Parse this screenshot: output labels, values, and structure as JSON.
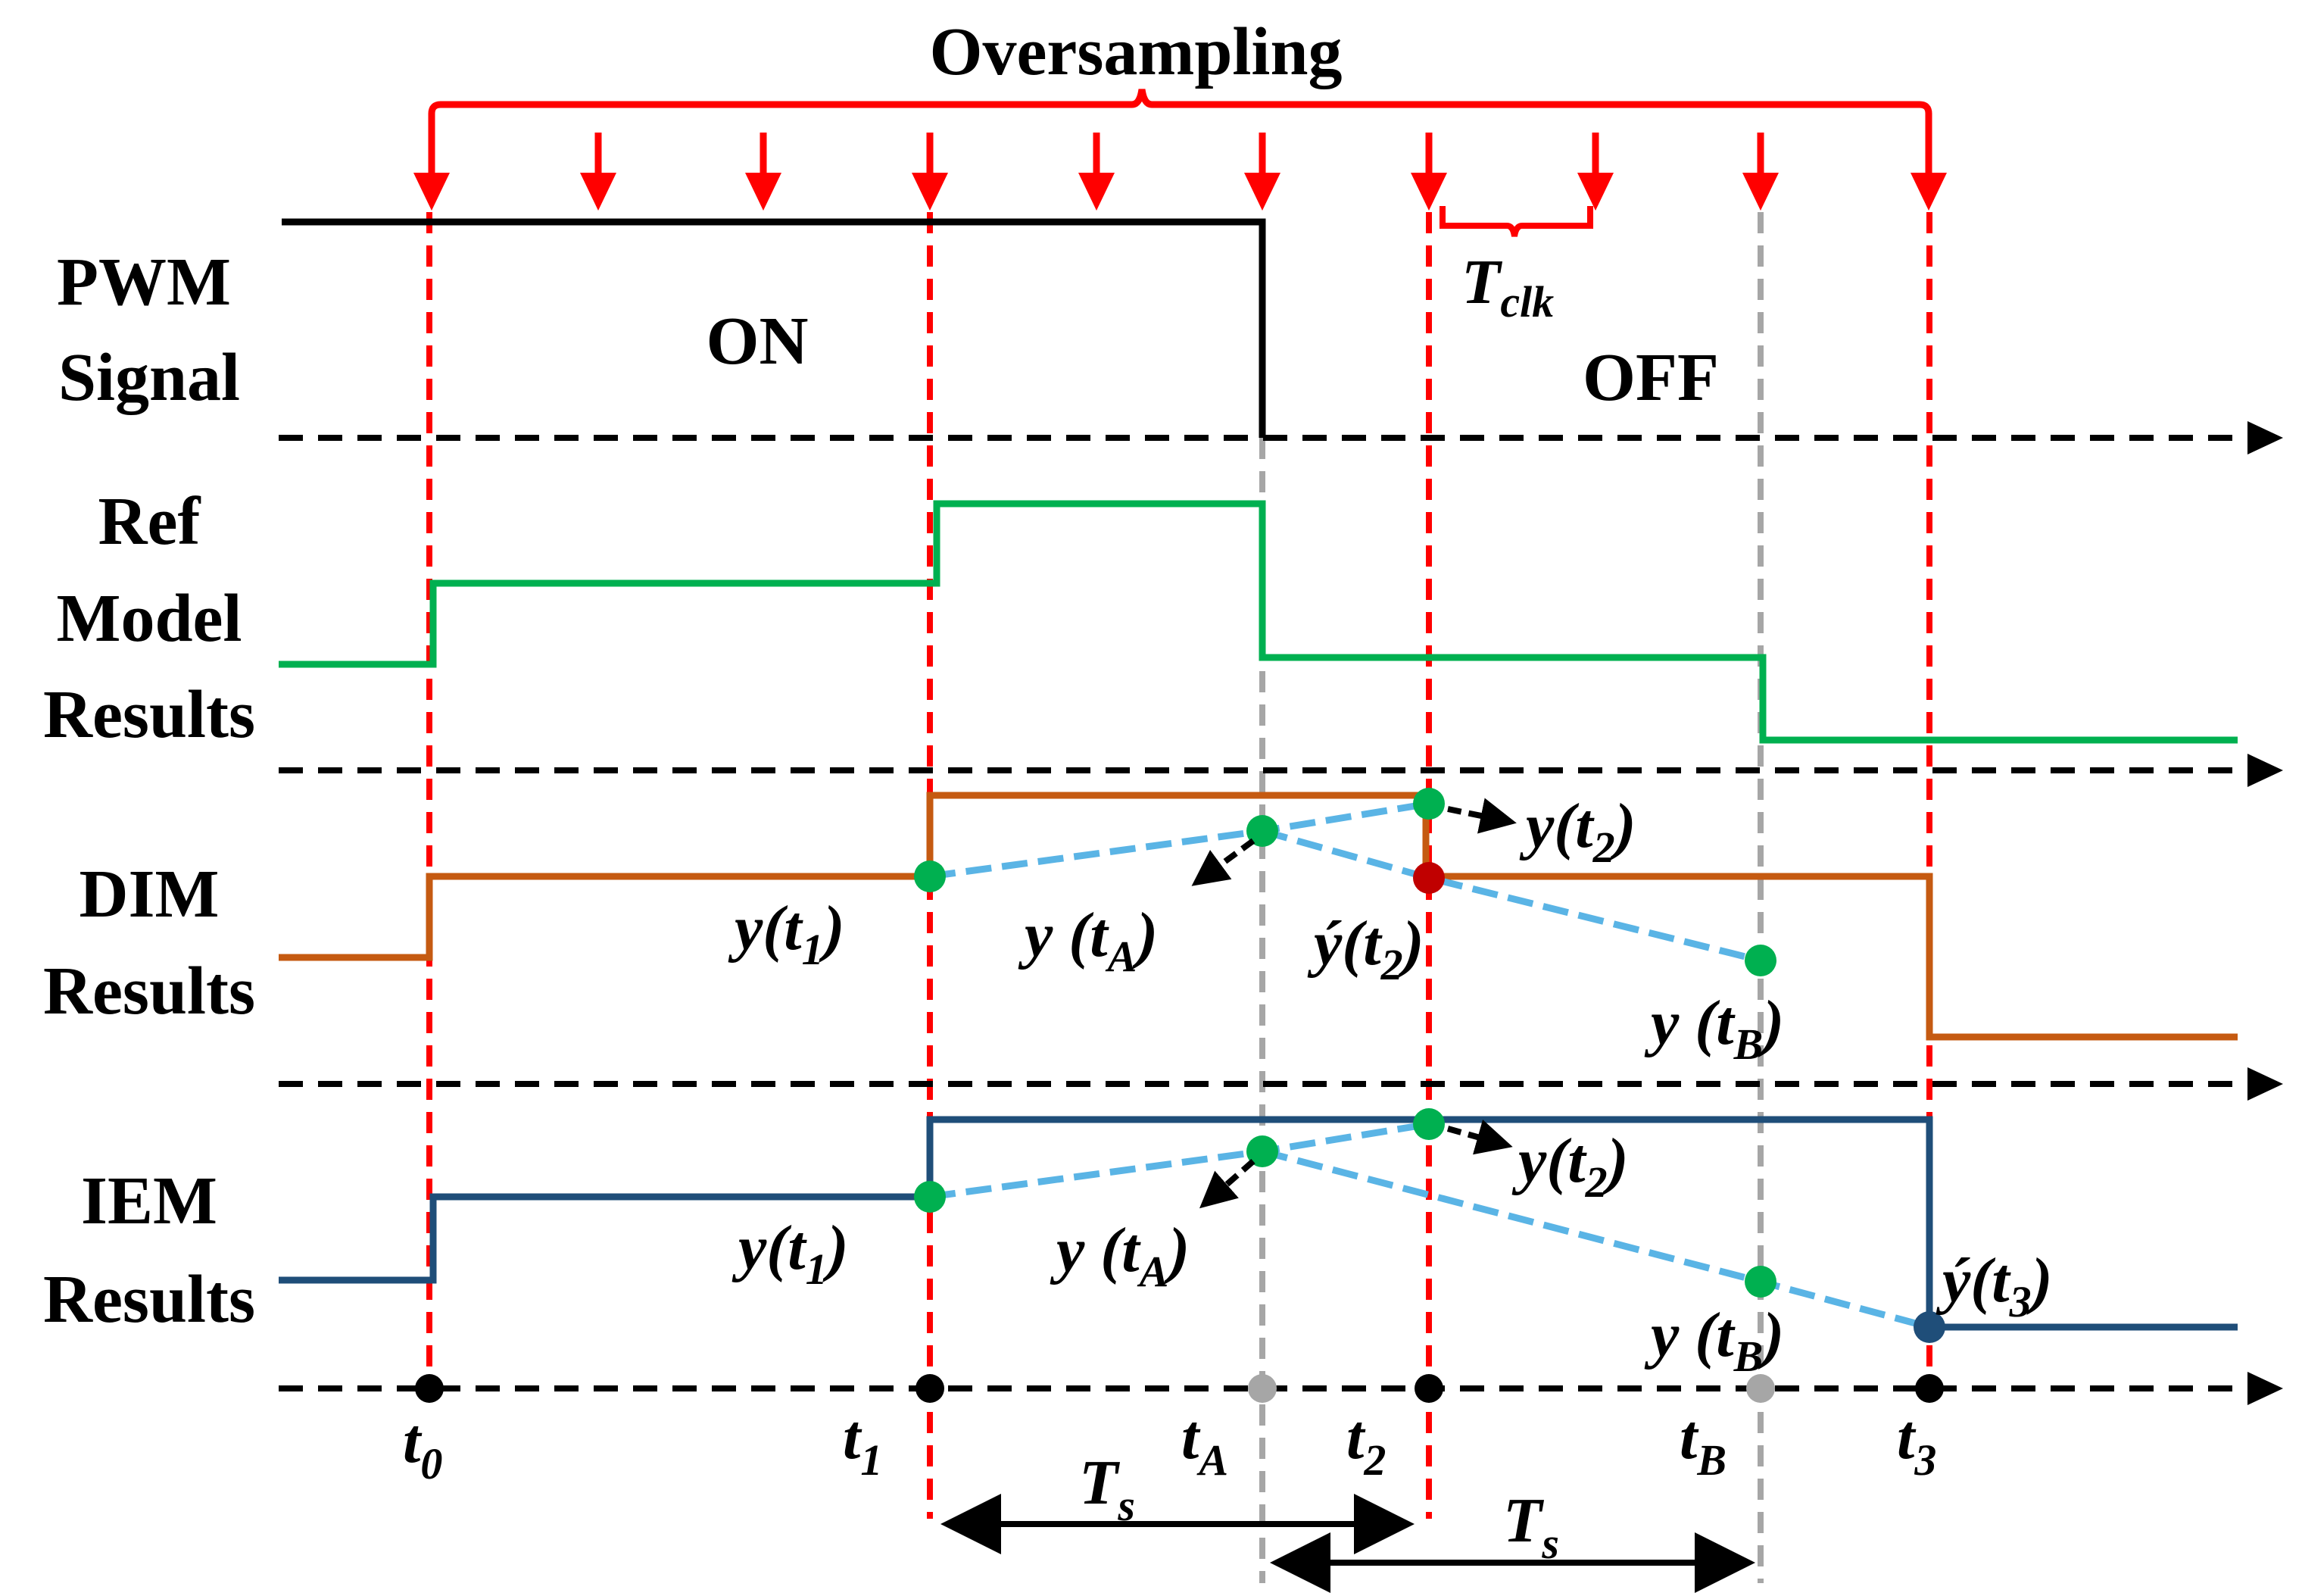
{
  "title": "Oversampling",
  "row_labels": {
    "pwm": [
      "PWM",
      "Signal"
    ],
    "ref": [
      "Ref",
      "Model",
      "Results"
    ],
    "dim": [
      "DIM",
      "Results"
    ],
    "iem": [
      "IEM",
      "Results"
    ]
  },
  "state_labels": {
    "on": "ON",
    "off": "OFF"
  },
  "clock_label": {
    "base": "T",
    "sub": "clk"
  },
  "period_label": {
    "base": "T",
    "sub": "s"
  },
  "time_ticks": [
    {
      "id": "t0",
      "base": "t",
      "sub": "0"
    },
    {
      "id": "t1",
      "base": "t",
      "sub": "1"
    },
    {
      "id": "tA",
      "base": "t",
      "sub": "A"
    },
    {
      "id": "t2",
      "base": "t",
      "sub": "2"
    },
    {
      "id": "tB",
      "base": "t",
      "sub": "B"
    },
    {
      "id": "t3",
      "base": "t",
      "sub": "3"
    }
  ],
  "dim_annotations": {
    "y_t1": {
      "pre": "y(t",
      "sub": "1",
      "post": ")"
    },
    "y_tA": {
      "pre": "y (t",
      "sub": "A",
      "post": ")"
    },
    "y_t2": {
      "pre": "y(t",
      "sub": "2",
      "post": ")"
    },
    "yp_t2": {
      "pre": "ý(t",
      "sub": "2",
      "post": ")"
    },
    "y_tB": {
      "pre": "y (t",
      "sub": "B",
      "post": ")"
    }
  },
  "iem_annotations": {
    "y_t1": {
      "pre": "y(t",
      "sub": "1",
      "post": ")"
    },
    "y_tA": {
      "pre": "y (t",
      "sub": "A",
      "post": ")"
    },
    "y_t2": {
      "pre": "y(t",
      "sub": "2",
      "post": ")"
    },
    "yp_t3": {
      "pre": "ý(t",
      "sub": "3",
      "post": ")"
    },
    "y_tB": {
      "pre": "y (t",
      "sub": "B",
      "post": ")"
    }
  },
  "colors": {
    "sampling": "#ff0000",
    "pwm": "#000000",
    "ref": "#00b050",
    "dim": "#c55a11",
    "iem": "#1f4e79",
    "interp": "#5ab4e5",
    "point": "#00b050",
    "dim_corrected": "#c00000",
    "iem_corrected": "#1f4e79",
    "grey_marker": "#a6a6a6"
  }
}
